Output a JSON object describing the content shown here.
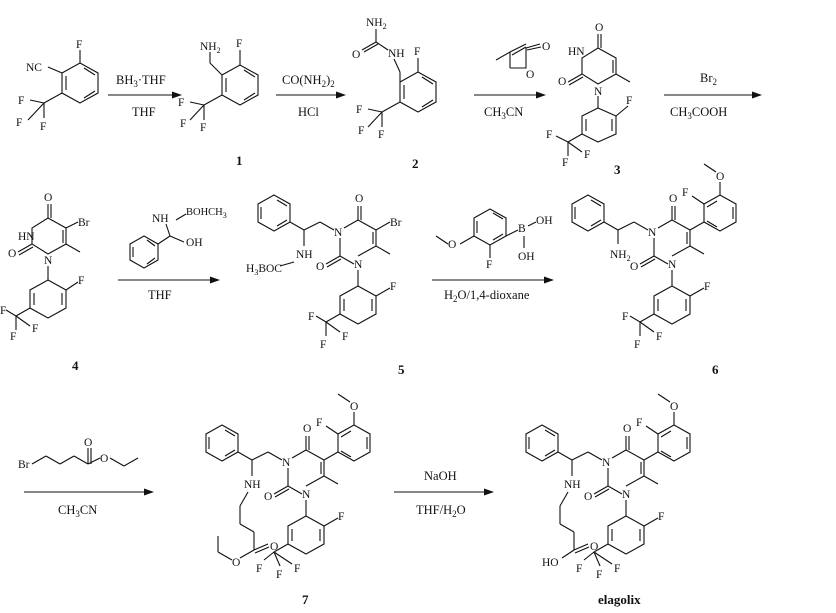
{
  "atoms": {
    "F": "F",
    "NC": "NC",
    "NH2": "NH",
    "NH2_2": "NH",
    "NH": "NH",
    "H": "H",
    "O": "O",
    "Br": "Br",
    "HN": "HN",
    "N": "N",
    "OH": "OH",
    "B": "B"
  },
  "sub2": "2",
  "steps": [
    {
      "top": "BH",
      "top_sub": "3",
      "top_rest": "·THF",
      "bottom": "THF"
    },
    {
      "top": "CO(NH",
      "top_sub": "2",
      "top_rest": ")",
      "top_sub2": "2",
      "bottom": "HCl"
    },
    {
      "top": "",
      "bottom": "CH",
      "bottom_sub": "3",
      "bottom_rest": "CN"
    },
    {
      "top": "Br",
      "top_sub": "2",
      "bottom": "CH",
      "bottom_sub": "3",
      "bottom_rest": "COOH"
    },
    {
      "top": "",
      "bottom": "THF"
    },
    {
      "top": "",
      "bottom": "H",
      "bottom_sub": "2",
      "bottom_rest": "O/1,4-dioxane"
    },
    {
      "top": "",
      "bottom": "CH",
      "bottom_sub": "3",
      "bottom_rest": "CN"
    },
    {
      "top": "NaOH",
      "bottom": "THF/H",
      "bottom_sub": "2",
      "bottom_rest": "O"
    }
  ],
  "compounds": [
    "1",
    "2",
    "3",
    "4",
    "5",
    "6",
    "7",
    "elagolix"
  ],
  "boc_label": "BOHCH",
  "boc_sub": "3",
  "h3boc": "H",
  "h3boc_sub": "3",
  "h3boc_rest": "BOC",
  "ho": "HO"
}
